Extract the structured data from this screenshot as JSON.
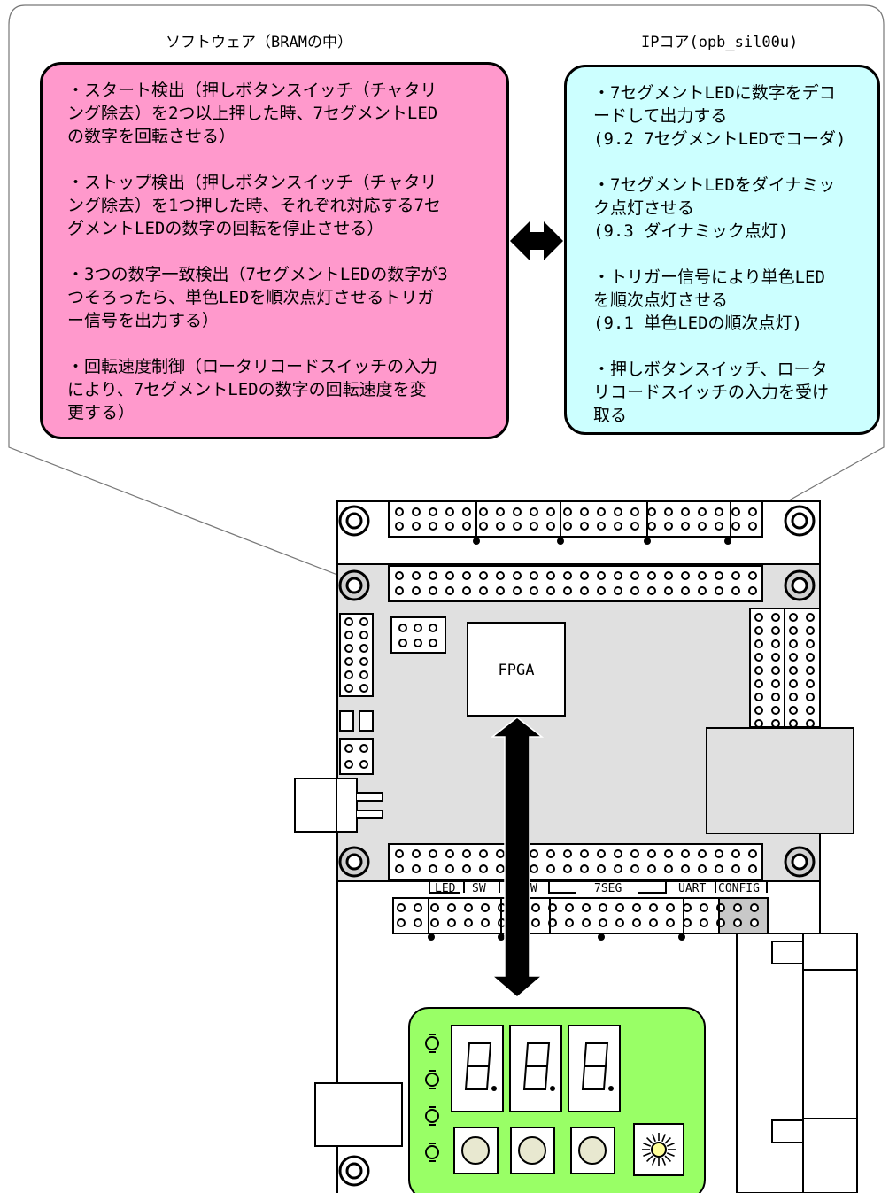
{
  "software_title": "ソフトウェア（BRAMの中）",
  "ip_title": "IPコア(opb_sil00u)",
  "software_items": [
    "・スタート検出（押しボタンスイッチ（チャタリ\nング除去）を2つ以上押した時、7セグメントLED\nの数字を回転させる）",
    "・ストップ検出（押しボタンスイッチ（チャタリ\nング除去）を1つ押した時、それぞれ対応する7セ\nグメントLEDの数字の回転を停止させる）",
    "・3つの数字一致検出（7セグメントLEDの数字が3\nつそろったら、単色LEDを順次点灯させるトリガ\nー信号を出力する）",
    "・回転速度制御（ロータリコードスイッチの入力\nにより、7セグメントLEDの数字の回転速度を変\n更する）"
  ],
  "ip_items": [
    "・7セグメントLEDに数字をデコ\nードして出力する\n(9.2 7セグメントLEDでコーダ)",
    "・7セグメントLEDをダイナミッ\nク点灯させる\n(9.3 ダイナミック点灯)",
    "・トリガー信号により単色LED\nを順次点灯させる\n(9.1 単色LEDの順次点灯)",
    "・押しボタンスイッチ、ロータ\nリコードスイッチの入力を受け\n取る"
  ],
  "fpga_label": "FPGA",
  "connector_labels": [
    "LED",
    "SW",
    "SW",
    "7SEG",
    "UART",
    "CONFIG"
  ],
  "colors": {
    "software_box": "#ff99cc",
    "ip_box": "#ccffff",
    "fpga_board": "#e0e0e0",
    "io_board": "#99ff66",
    "config_pins": "#c8c8c8"
  }
}
